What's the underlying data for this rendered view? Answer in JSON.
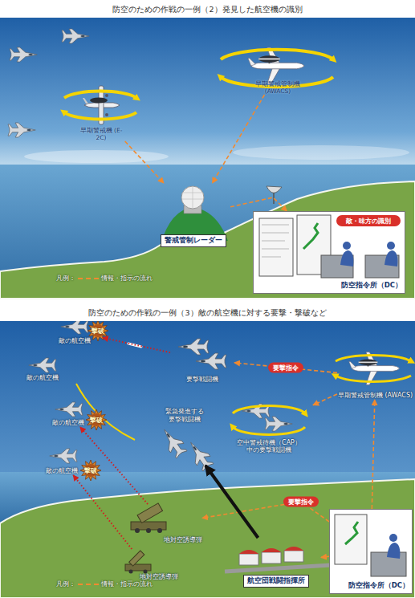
{
  "diagram": {
    "nodes": [
      {
        "text": [
          "防空のための作戦の一例（2）発見した航空機の識別"
        ]
      },
      {
        "text": [
          "早期警戒機 (E-2C)"
        ],
        "in": 0
      },
      {
        "text": [
          "早期警戒管制機 (AWACS)"
        ],
        "in": 0
      },
      {
        "text": [
          "警戒管制レーダー"
        ],
        "in": 0
      },
      {
        "text": [
          "防空指令所（DC）"
        ],
        "in": 0
      },
      {
        "text": [
          "敵・味方の識別"
        ],
        "in": 4
      },
      {
        "text": [
          "防空のための作戦の一例（3）敵の航空機に対する要撃・撃破など"
        ]
      },
      {
        "text": [
          "敵の航空機"
        ],
        "in": 6
      },
      {
        "text": [
          "敵の航空機"
        ],
        "in": 6
      },
      {
        "text": [
          "敵の航空機"
        ],
        "in": 6
      },
      {
        "text": [
          "敵の航空機"
        ],
        "in": 6
      },
      {
        "text": [
          "要撃戦闘機"
        ],
        "in": 6
      },
      {
        "text": [
          "早期警戒管制機 (AWACS)"
        ],
        "in": 6
      },
      {
        "text": [
          "緊急発進する 要撃戦闘機"
        ],
        "in": 6
      },
      {
        "text": [
          "空中警戒待機（CAP） 中の要撃戦闘機"
        ],
        "in": 6
      },
      {
        "text": [
          "地対空誘導弾"
        ],
        "in": 6
      },
      {
        "text": [
          "地対空誘導弾"
        ],
        "in": 6
      },
      {
        "text": [
          "航空団戦闘指揮所"
        ],
        "in": 6
      },
      {
        "text": [
          "防空指令所（DC）"
        ],
        "in": 6
      }
    ],
    "edges": [
      {
        "from": 1,
        "to": 3,
        "arrow": "to"
      },
      {
        "from": 2,
        "to": 3,
        "arrow": "to"
      },
      {
        "from": 3,
        "to": 4,
        "arrow": "to"
      },
      {
        "from": 18,
        "to": 12,
        "arrow": "to"
      },
      {
        "from": 12,
        "to": 11,
        "label": "要撃指令",
        "arrow": "to"
      },
      {
        "from": 12,
        "to": 14,
        "arrow": "to"
      },
      {
        "from": 18,
        "to": 15,
        "label": "要撃指令",
        "arrow": "to"
      },
      {
        "from": 18,
        "to": 17,
        "arrow": "to"
      },
      {
        "from": 17,
        "to": 13,
        "arrow": "to"
      },
      {
        "from": 11,
        "to": 7,
        "arrow": "to"
      },
      {
        "from": 15,
        "to": 9,
        "arrow": "to"
      },
      {
        "from": 16,
        "to": 10,
        "arrow": "to"
      }
    ],
    "labels": [
      "撃破",
      "撃破",
      "撃破",
      "凡例：",
      "凡例："
    ],
    "legend": [
      {
        "text": "情報・指示の流れ"
      },
      {
        "text": "情報・指示の流れ"
      }
    ]
  }
}
